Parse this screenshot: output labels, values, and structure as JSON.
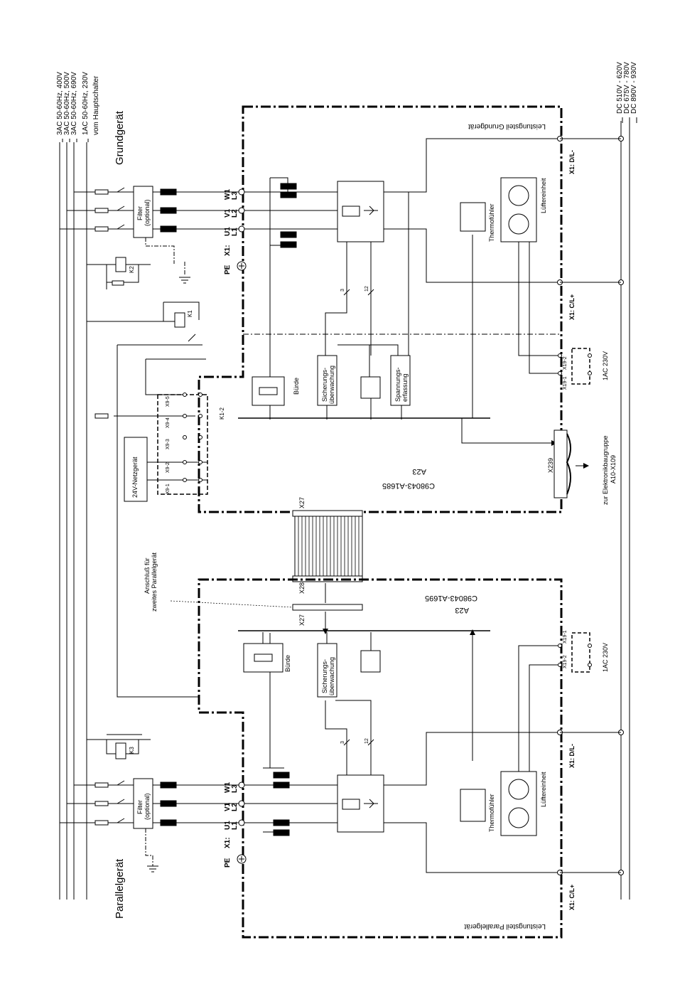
{
  "supply": {
    "ac1": "3AC 50-60Hz, 400V",
    "ac2": "3AC 50-60Hz, 500V",
    "ac3": "3AC 50-60Hz, 690V",
    "ac4": "1AC 50-60Hz, 230V",
    "ac5": "vom Hauptschalter",
    "dc1": "DC 510V - 620V",
    "dc2": "DC 675V - 780V",
    "dc3": "DC 890V - 930V"
  },
  "titles": {
    "grund": "Grundgerät",
    "parallel": "Parallelgerät",
    "leistung_grund": "Leistungsteil Grundgerät",
    "leistung_parallel": "Leistungsteil Parallelgerät"
  },
  "labels": {
    "filter": "Filter",
    "optional": "(optional)",
    "pe": "PE",
    "x1": "X1:",
    "u1": "U1",
    "v1": "V1",
    "w1": "W1",
    "l1": "L1",
    "l2": "L2",
    "l3": "L3",
    "k1": "K1",
    "k2": "K2",
    "k3": "K3",
    "k12": "K1-2",
    "burde": "Bürde",
    "sicherung1": "Sicherungs-",
    "sicherung2": "überwachung",
    "spannung1": "Spannungs-",
    "spannung2": "erfassung",
    "thermo": "Thermofühler",
    "luefter": "Lüftereinheit",
    "dminus": "X1: D/L-",
    "cplus": "X1: C/L+",
    "x191": "X19-1",
    "x192": "X19-2",
    "ac230": "1AC 230V",
    "netz": "24V-Netzgerät",
    "x91": "X9-1",
    "x92": "X9-2",
    "x93": "X9-3",
    "x94": "X9-4",
    "x95": "X9-5",
    "a23": "A23",
    "c1685": "C98043-A1685",
    "c1695": "C98043-A1695",
    "x239": "X239",
    "elektro1": "zur Elektronikbaugruppe",
    "elektro2": "A10-X109",
    "x27": "X27",
    "x28": "X28",
    "anschluss1": "Anschluß für",
    "anschluss2": "zweites Parallelgerät",
    "n3": "3",
    "n12": "12",
    "plus": "+",
    "minus": "-"
  }
}
